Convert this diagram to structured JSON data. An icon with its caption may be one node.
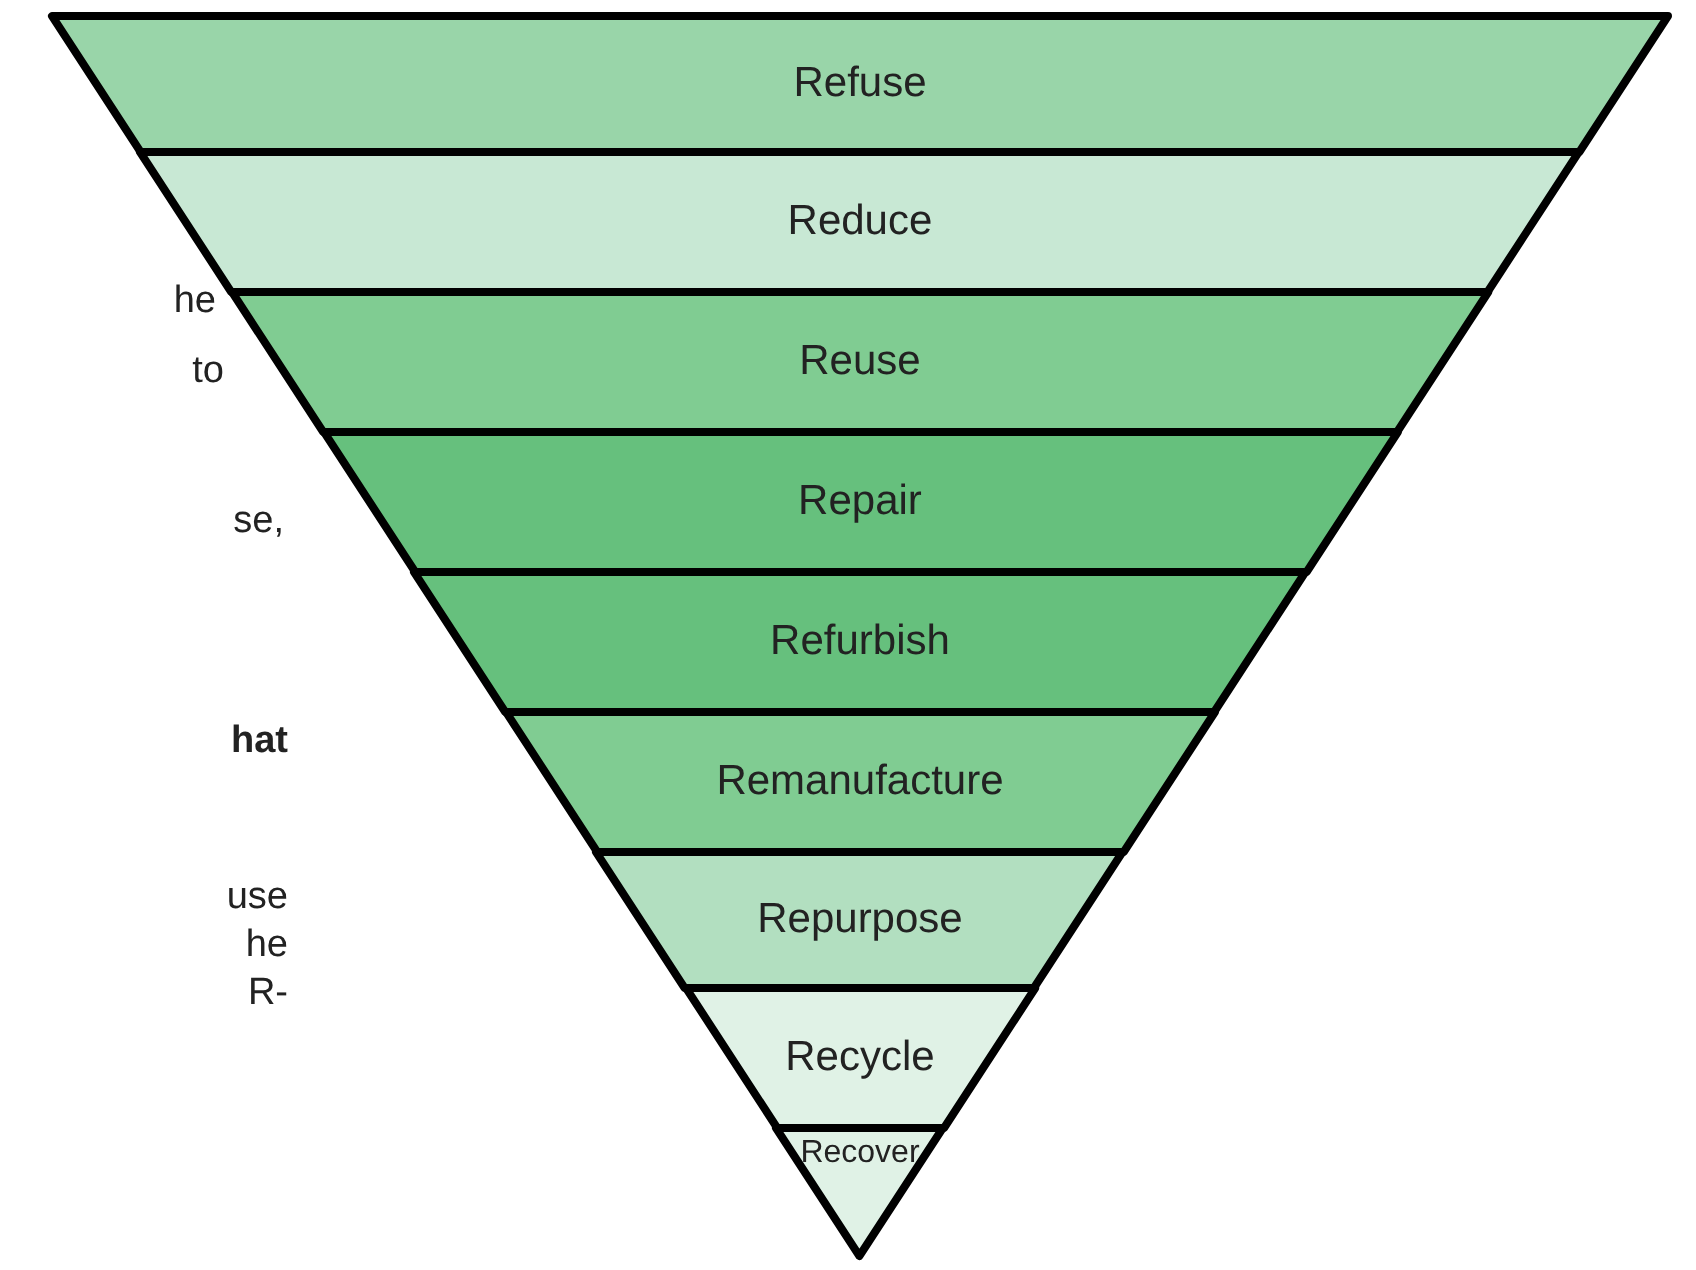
{
  "diagram": {
    "nodes": [
      {
        "text": [
          "Refuse"
        ]
      },
      {
        "text": [
          "Reduce"
        ]
      },
      {
        "text": [
          "Reuse"
        ]
      },
      {
        "text": [
          "Repair"
        ]
      },
      {
        "text": [
          "Refurbish"
        ]
      },
      {
        "text": [
          "Remanufacture"
        ]
      },
      {
        "text": [
          "Repurpose"
        ]
      },
      {
        "text": [
          "Recycle"
        ]
      },
      {
        "text": [
          "Recover"
        ]
      }
    ],
    "edges": [],
    "labels": [
      "he",
      "to",
      "se,",
      "hat",
      "use",
      "he",
      "R-"
    ]
  }
}
